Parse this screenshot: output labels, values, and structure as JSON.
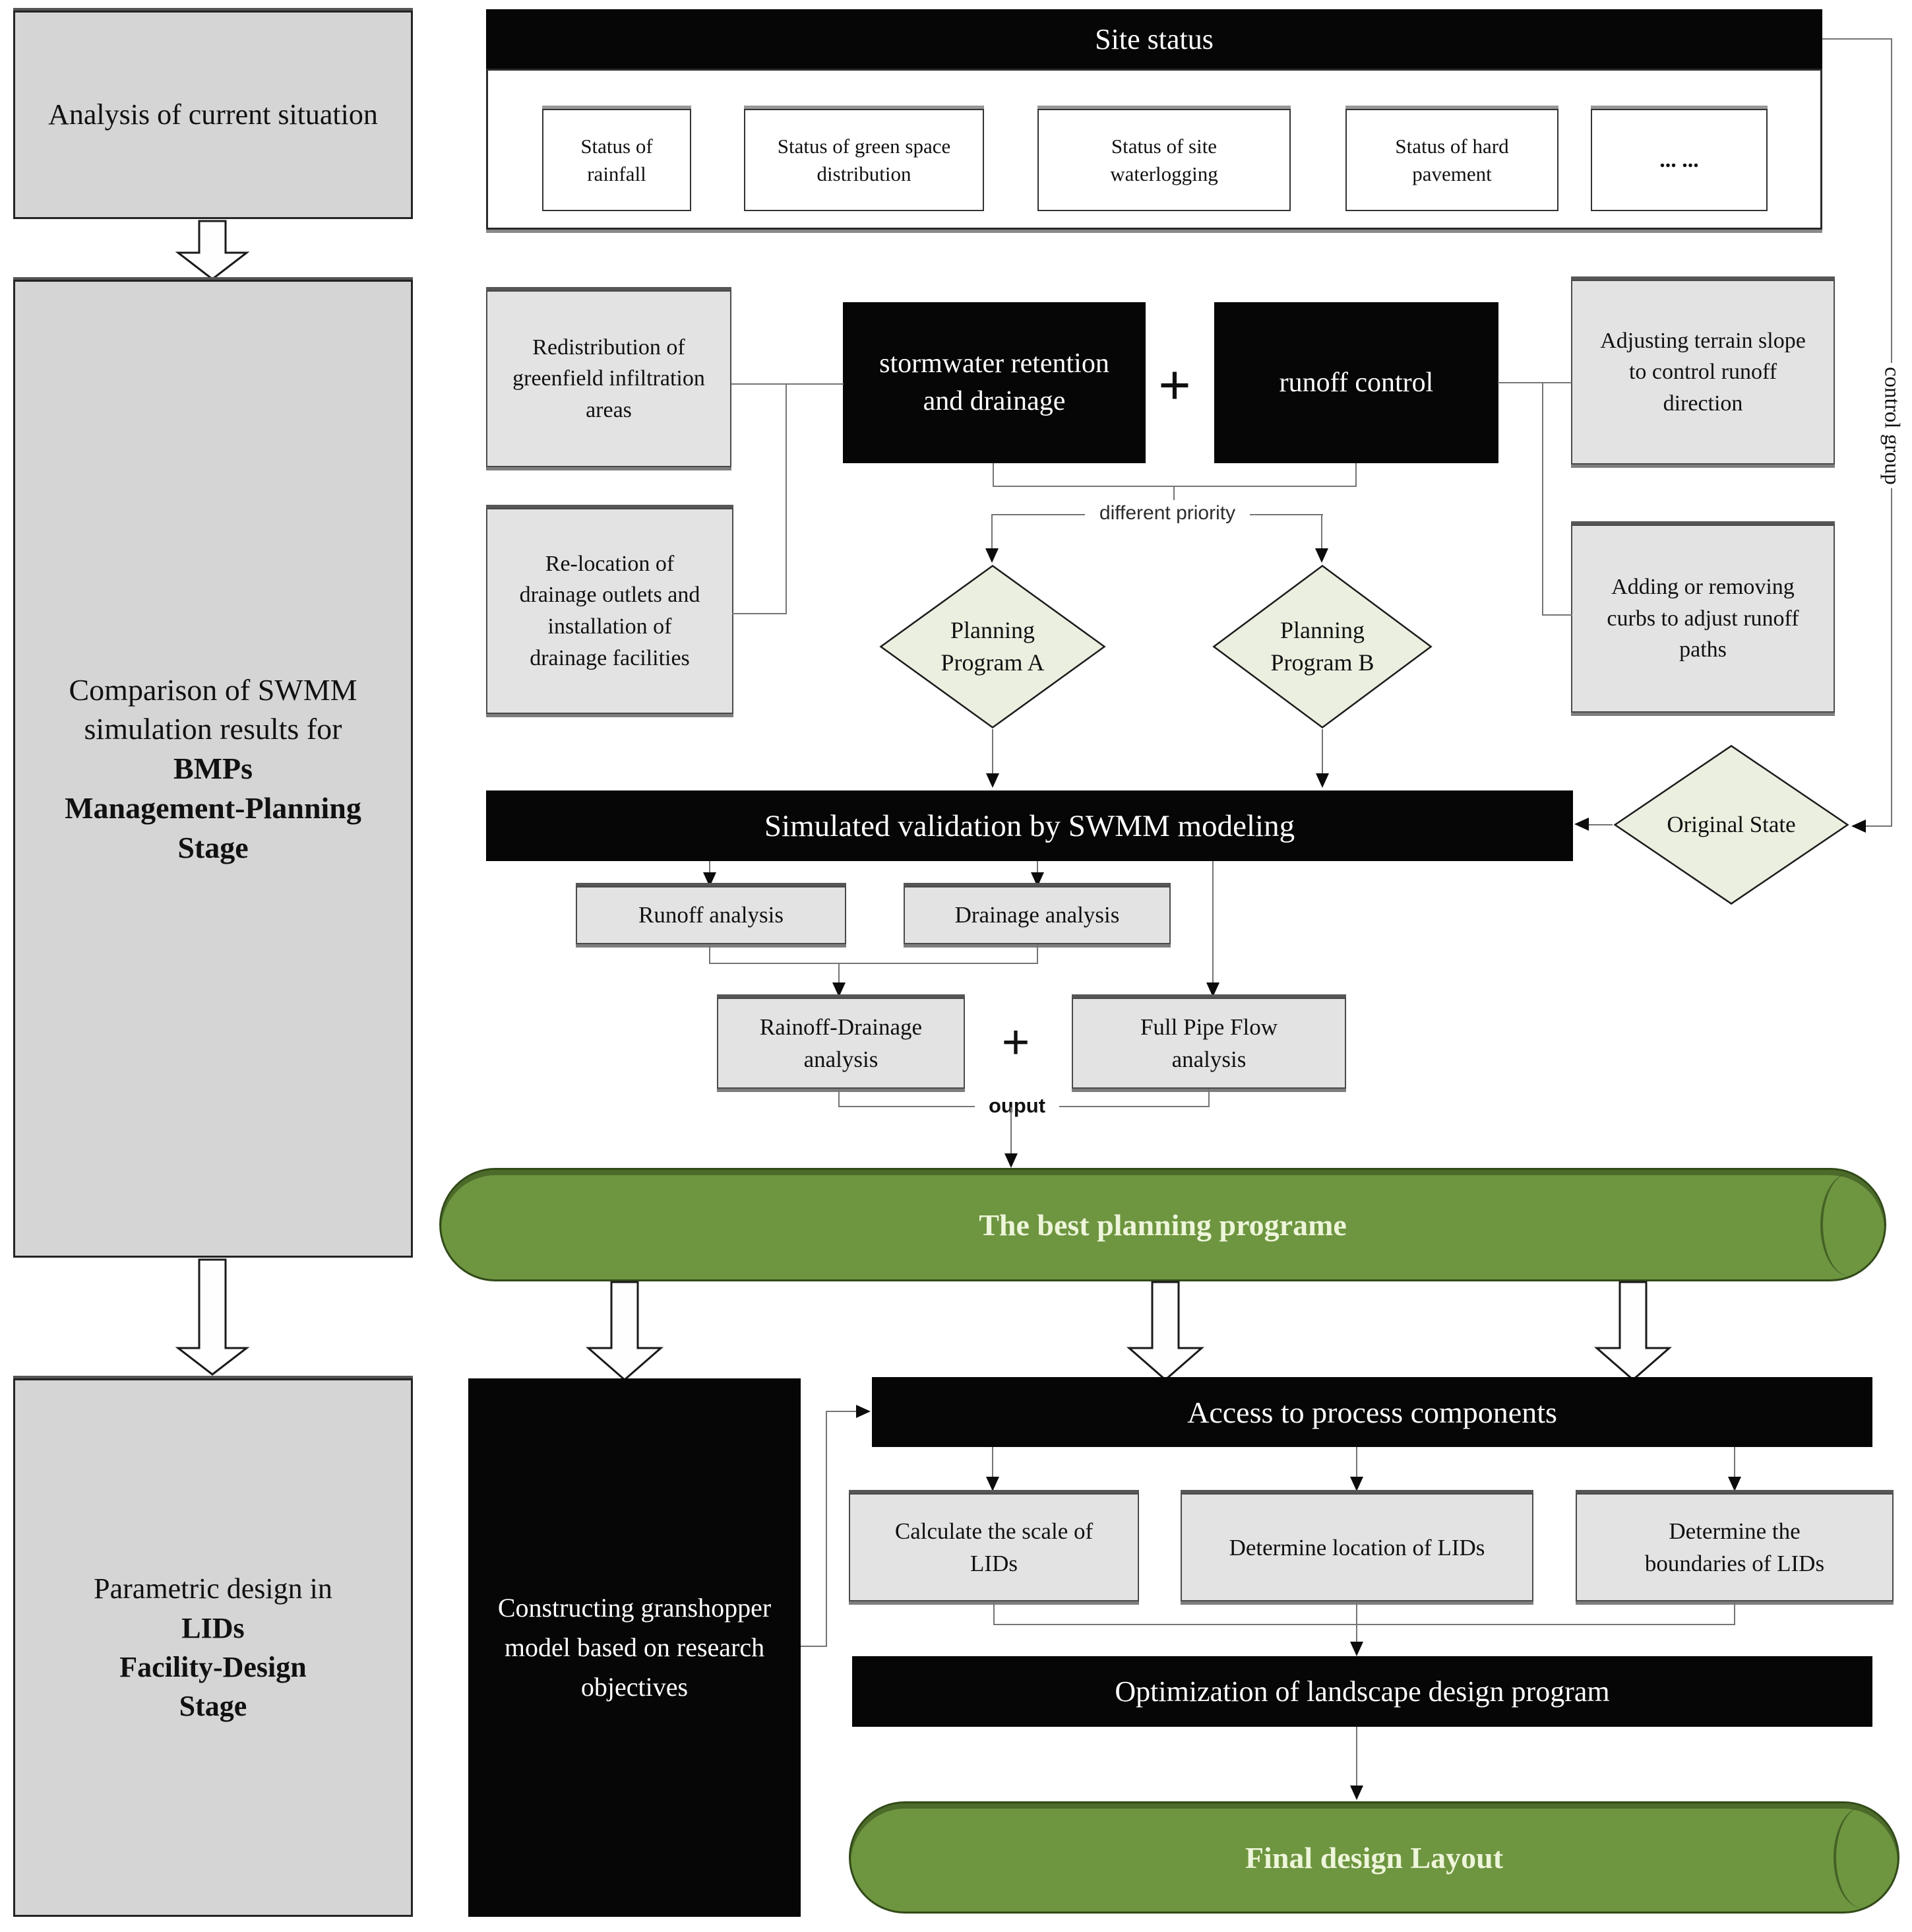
{
  "left_column": {
    "analysis": "Analysis of  current situation",
    "comparison_normal": "Comparison of SWMM simulation results for",
    "comparison_bold": [
      "BMPs",
      "Management-Planning",
      "Stage"
    ],
    "parametric_normal": "Parametric design in",
    "parametric_bold": [
      "LIDs",
      "Facility-Design",
      "Stage"
    ]
  },
  "site_status": {
    "title": "Site status",
    "items": [
      "Status of rainfall",
      "Status of green space distribution",
      "Status of site waterlogging",
      "Status of hard pavement",
      "... ..."
    ]
  },
  "planning": {
    "redistribution": "Redistribution of greenfield infiltration areas",
    "relocation": "Re-location of drainage outlets and installation of drainage facilities",
    "stormwater": "stormwater retention and drainage",
    "plus": "+",
    "runoff_control": "runoff control",
    "adjusting": "Adjusting terrain slope to control runoff direction",
    "adding": "Adding or removing curbs to adjust runoff paths",
    "different_priority": "different priority",
    "program_a": "Planning Program A",
    "program_b": "Planning Program B",
    "swmm_validation": "Simulated validation by SWMM modeling",
    "original_state": "Original State",
    "control_group": "control group",
    "runoff_analysis": "Runoff analysis",
    "drainage_analysis": "Drainage analysis",
    "rainoff_drainage": "Rainoff-Drainage analysis",
    "full_pipe": "Full Pipe Flow analysis",
    "output": "ouput",
    "best_program": "The best planning programe"
  },
  "design": {
    "grasshopper": "Constructing granshopper model based on research objectives",
    "access": "Access to process components",
    "calc_scale": "Calculate the scale of LIDs",
    "determine_location": "Determine  location of LIDs",
    "determine_boundaries": "Determine the boundaries of LIDs",
    "optimization": "Optimization of landscape design program",
    "final_layout": "Final design Layout"
  },
  "colors": {
    "black_node": "#060606",
    "gray_node": "#d5d5d5",
    "light_gray_node": "#e3e3e3",
    "diamond_fill": "#ebefe0",
    "cylinder_green": "#6e9540",
    "connector": "#757575"
  }
}
